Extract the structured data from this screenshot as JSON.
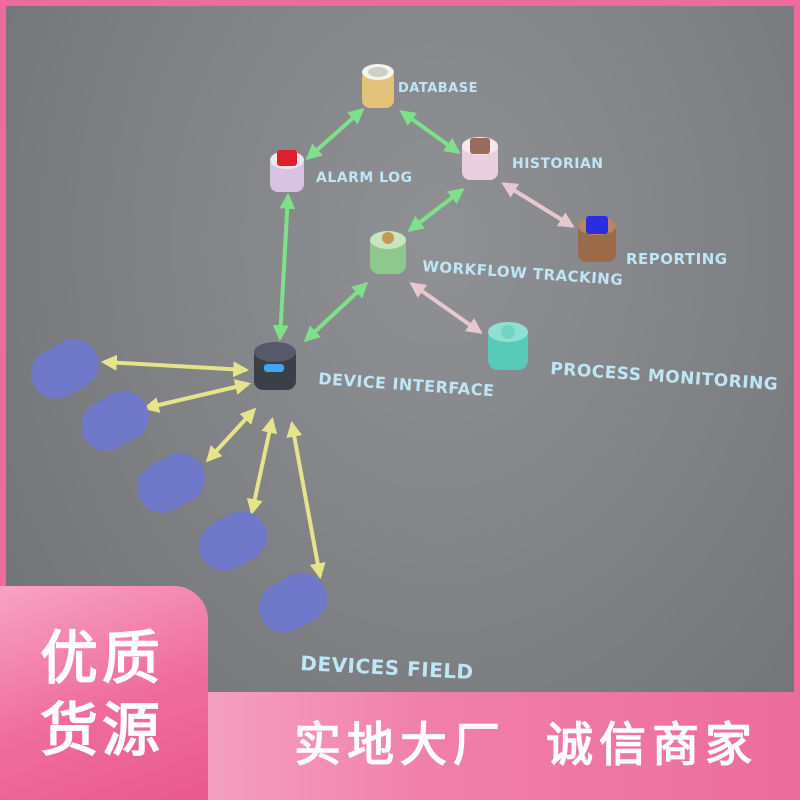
{
  "diagram": {
    "nodes": {
      "database": "DATABASE",
      "alarm_log": "ALARM LOG",
      "historian": "HISTORIAN",
      "reporting": "REPORTING",
      "workflow_tracking": "WORKFLOW TRACKING",
      "process_monitoring": "PROCESS MONITORING",
      "device_interface": "DEVICE INTERFACE",
      "devices_field": "DEVICES FIELD"
    },
    "colors": {
      "green_arrow": "#7fe08a",
      "yellow_arrow": "#e6e48a",
      "pink_arrow": "#e8c8cf",
      "label": "#bfe6f7",
      "device_pill": "#6f78c9"
    }
  },
  "banner": {
    "badge_line1": "优质",
    "badge_line2": "货源",
    "slogan_left": "实地大厂",
    "slogan_right": "诚信商家",
    "accent": "#ef6c9c"
  }
}
